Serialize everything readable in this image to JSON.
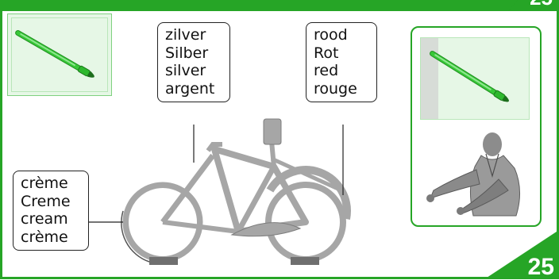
{
  "page_number": "25",
  "colors": {
    "accent": "#26a526",
    "card_fill": "#e6f7e6",
    "bike_gray": "#a6a6a6"
  },
  "icons": {
    "left_tool": "paintbrush-icon",
    "right_tool": "paintbrush-icon",
    "person": "person-pointing-figure"
  },
  "labels": {
    "silver": [
      "zilver",
      "Silber",
      "silver",
      "argent"
    ],
    "red": [
      "rood",
      "Rot",
      "red",
      "rouge"
    ],
    "cream": [
      "crème",
      "Creme",
      "cream",
      "crème"
    ]
  }
}
